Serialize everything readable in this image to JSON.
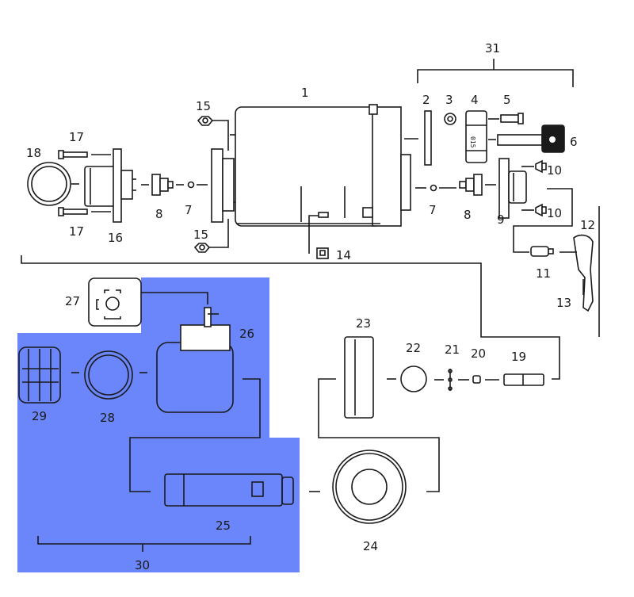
{
  "colors": {
    "highlight": "#6b86fb",
    "ink": "#1a1a1a",
    "background": "#ffffff"
  },
  "labels": {
    "p1": "1",
    "p2": "2",
    "p3": "3",
    "p4": "4",
    "p5": "5",
    "p6": "6",
    "p7a": "7",
    "p7b": "7",
    "p8a": "8",
    "p8b": "8",
    "p9": "9",
    "p10a": "10",
    "p10b": "10",
    "p11": "11",
    "p12": "12",
    "p13": "13",
    "p14": "14",
    "p15a": "15",
    "p15b": "15",
    "p16": "16",
    "p17a": "17",
    "p17b": "17",
    "p18": "18",
    "p19": "19",
    "p20": "20",
    "p21": "21",
    "p22": "22",
    "p23": "23",
    "p24": "24",
    "p25": "25",
    "p26": "26",
    "p27": "27",
    "p28": "28",
    "p29": "29",
    "p30": "30",
    "p31": "31"
  },
  "part4_marking": "015"
}
